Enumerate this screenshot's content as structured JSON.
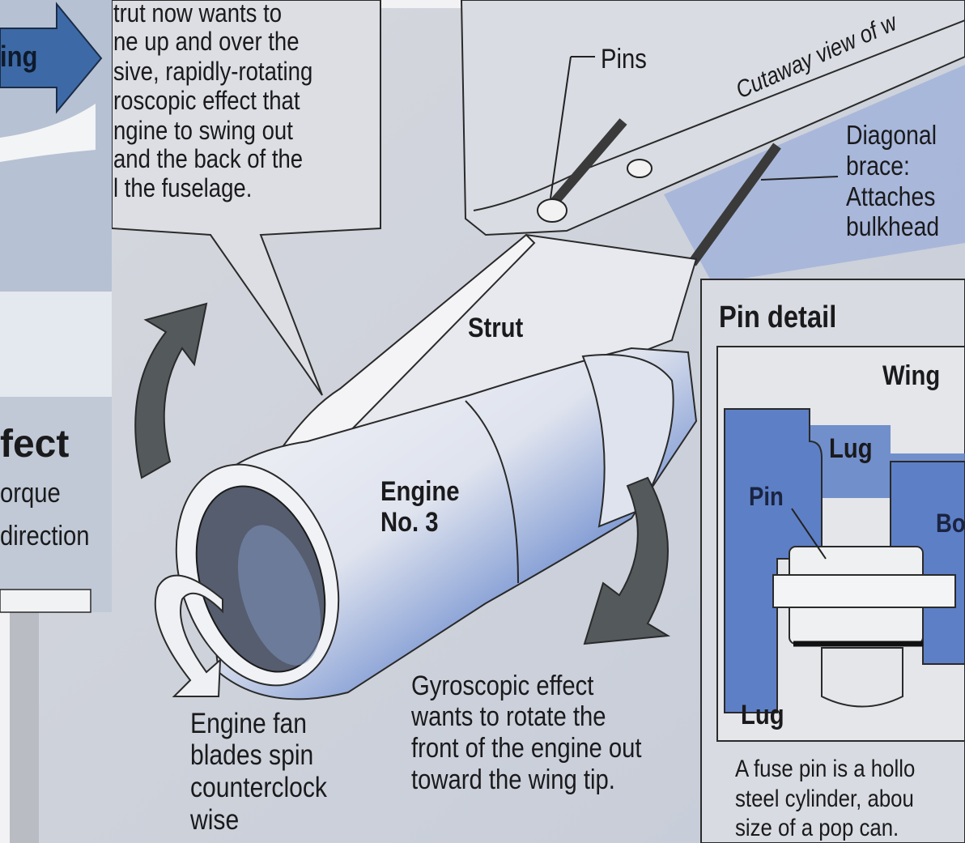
{
  "colors": {
    "paper": "#d4d6dc",
    "blue_shade": "#5d7fc6",
    "dark_arrow": "#54595c",
    "ink": "#1a1a1c",
    "left_arrow_blue": "#3d6aa6"
  },
  "left_panel": {
    "arrow_label": "ing",
    "heading_fragment": "fect",
    "line1": "orque",
    "line2": "direction"
  },
  "top_text": [
    "trut now wants to",
    "ne up and over the",
    "sive, rapidly-rotating",
    "roscopic effect that",
    "ngine to swing out",
    "and the back of the",
    "l the fuselage."
  ],
  "labels": {
    "pins": "Pins",
    "cutaway": "Cutaway view of w",
    "diagonal": "Diagonal",
    "brace": "brace:",
    "attaches": "Attaches",
    "bulkhead": "bulkhead",
    "strut": "Strut",
    "engine_line1": "Engine",
    "engine_line2": "No. 3"
  },
  "fan_caption": [
    "Engine fan",
    "blades spin",
    "counterclock",
    "wise"
  ],
  "gyro_caption": [
    "Gyroscopic effect",
    "wants to rotate the",
    "front of the engine out",
    "toward the wing tip."
  ],
  "pin_detail": {
    "title": "Pin detail",
    "wing": "Wing",
    "lug_top": "Lug",
    "pin": "Pin",
    "b_fragment": "Bo",
    "lug_bottom": "Lug",
    "caption": [
      "A fuse pin is a hollo",
      "steel cylinder, abou",
      "size of a pop can."
    ]
  }
}
